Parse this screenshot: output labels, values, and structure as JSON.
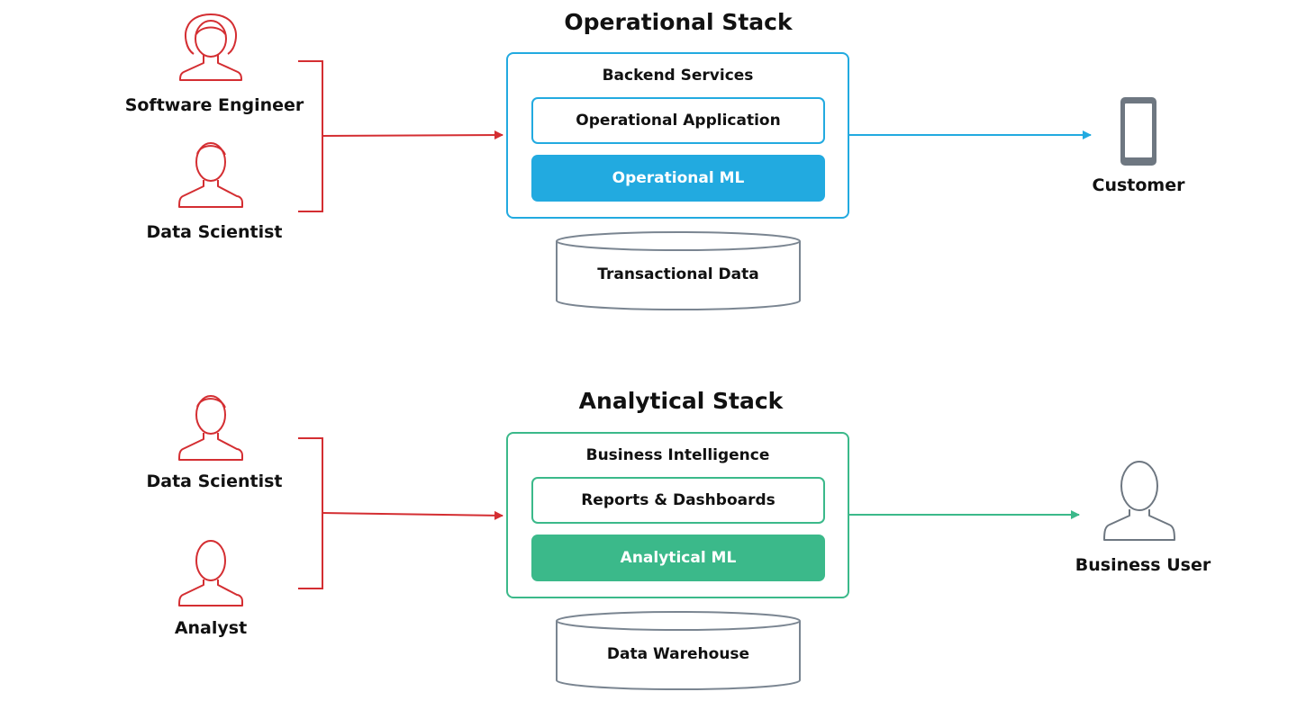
{
  "operational": {
    "title": "Operational Stack",
    "personas": [
      {
        "label": "Software Engineer",
        "icon": "female-person-icon"
      },
      {
        "label": "Data Scientist",
        "icon": "person-icon"
      }
    ],
    "box_heading": "Backend Services",
    "inner_item": "Operational Application",
    "ml_item": "Operational ML",
    "database": "Transactional Data",
    "endpoint": {
      "label": "Customer",
      "icon": "smartphone-icon"
    }
  },
  "analytical": {
    "title": "Analytical Stack",
    "personas": [
      {
        "label": "Data Scientist",
        "icon": "person-icon"
      },
      {
        "label": "Analyst",
        "icon": "person-icon"
      }
    ],
    "box_heading": "Business Intelligence",
    "inner_item": "Reports & Dashboards",
    "ml_item": "Analytical ML",
    "database": "Data Warehouse",
    "endpoint": {
      "label": "Business User",
      "icon": "person-icon"
    }
  },
  "colors": {
    "persona": "#D42E32",
    "operational_accent": "#22AAE0",
    "analytical_accent": "#3BB98A",
    "database_stroke": "#7A8591",
    "endpoint_icon": "#6E7781"
  }
}
